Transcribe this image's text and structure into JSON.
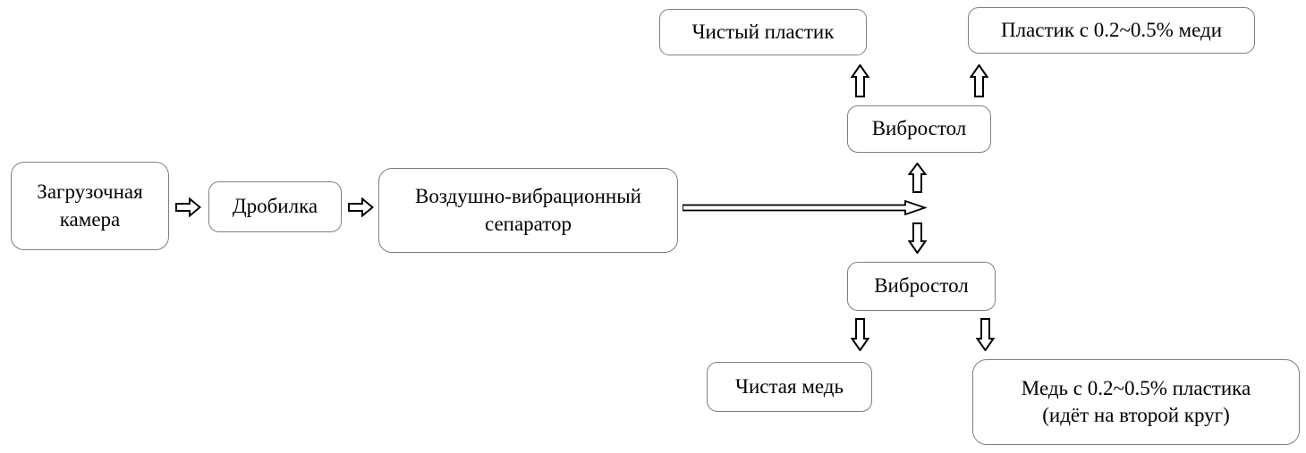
{
  "diagram": {
    "description": "Process flow diagram for separating crushed material into plastic and copper fractions",
    "nodes": {
      "loading_chamber": {
        "label": "Загрузочная\nкамера"
      },
      "crusher": {
        "label": "Дробилка"
      },
      "separator": {
        "label": "Воздушно-вибрационный\nсепаратор"
      },
      "vibro_table_top": {
        "label": "Вибростол"
      },
      "vibro_table_bottom": {
        "label": "Вибростол"
      },
      "clean_plastic": {
        "label": "Чистый пластик"
      },
      "plastic_with_copper": {
        "label": "Пластик с 0.2~0.5% меди"
      },
      "clean_copper": {
        "label": "Чистая медь"
      },
      "copper_with_plastic": {
        "label": "Медь с 0.2~0.5% пластика\n(идёт на второй круг)"
      }
    },
    "edges": [
      {
        "from": "loading_chamber",
        "to": "crusher",
        "direction": "right",
        "arrow_style": "hollow-block"
      },
      {
        "from": "crusher",
        "to": "separator",
        "direction": "right",
        "arrow_style": "hollow-block"
      },
      {
        "from": "separator",
        "to": "vibro_table_top",
        "direction": "right-then-up",
        "arrow_style": "hollow-long"
      },
      {
        "from": "separator",
        "to": "vibro_table_bottom",
        "direction": "right-then-down",
        "arrow_style": "hollow-long"
      },
      {
        "from": "vibro_table_top",
        "to": "clean_plastic",
        "direction": "up",
        "arrow_style": "hollow-block"
      },
      {
        "from": "vibro_table_top",
        "to": "plastic_with_copper",
        "direction": "up",
        "arrow_style": "hollow-block"
      },
      {
        "from": "vibro_table_bottom",
        "to": "clean_copper",
        "direction": "down",
        "arrow_style": "hollow-block"
      },
      {
        "from": "vibro_table_bottom",
        "to": "copper_with_plastic",
        "direction": "down",
        "arrow_style": "hollow-block"
      }
    ],
    "colors": {
      "background": "#ffffff",
      "box_border": "#7f7f7f",
      "box_fill": "#ffffff",
      "text": "#000000",
      "arrow_outline": "#000000",
      "arrow_fill": "#ffffff"
    }
  }
}
